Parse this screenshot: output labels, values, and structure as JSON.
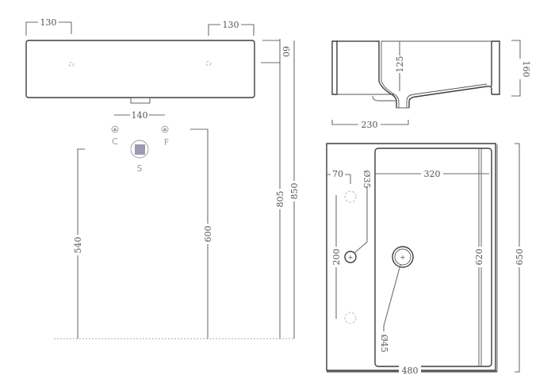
{
  "drawing": {
    "type": "technical-dimension-drawing",
    "subject": "wall-mounted washbasin",
    "units": "mm",
    "colors": {
      "line": "#3d3d3d",
      "dimension": "#6e6e72",
      "symbol": "#9a9aa0",
      "floor_line": "#aaaaaa"
    }
  },
  "front_view": {
    "dim_left_tap_offset": "130",
    "dim_right_tap_offset": "130",
    "dim_top_thickness": "60",
    "dim_trap_spacing": "140",
    "dim_waste_height": "540",
    "dim_supply_height": "600",
    "dim_bottom_height": "805",
    "dim_top_height": "850",
    "symbols": {
      "cold_label": "C",
      "hot_label": "F",
      "waste_label": "S"
    }
  },
  "side_view": {
    "dim_bowl_depth": "125",
    "dim_height": "160",
    "dim_drain_offset": "230"
  },
  "top_view": {
    "dim_tap_edge_offset": "70",
    "dim_tap_hole_diameter": "Ø35",
    "dim_bowl_width": "320",
    "dim_tap_spacing": "200",
    "dim_drain_diameter": "Ø45",
    "dim_bowl_length": "620",
    "dim_total_length": "650",
    "dim_total_width": "480"
  }
}
